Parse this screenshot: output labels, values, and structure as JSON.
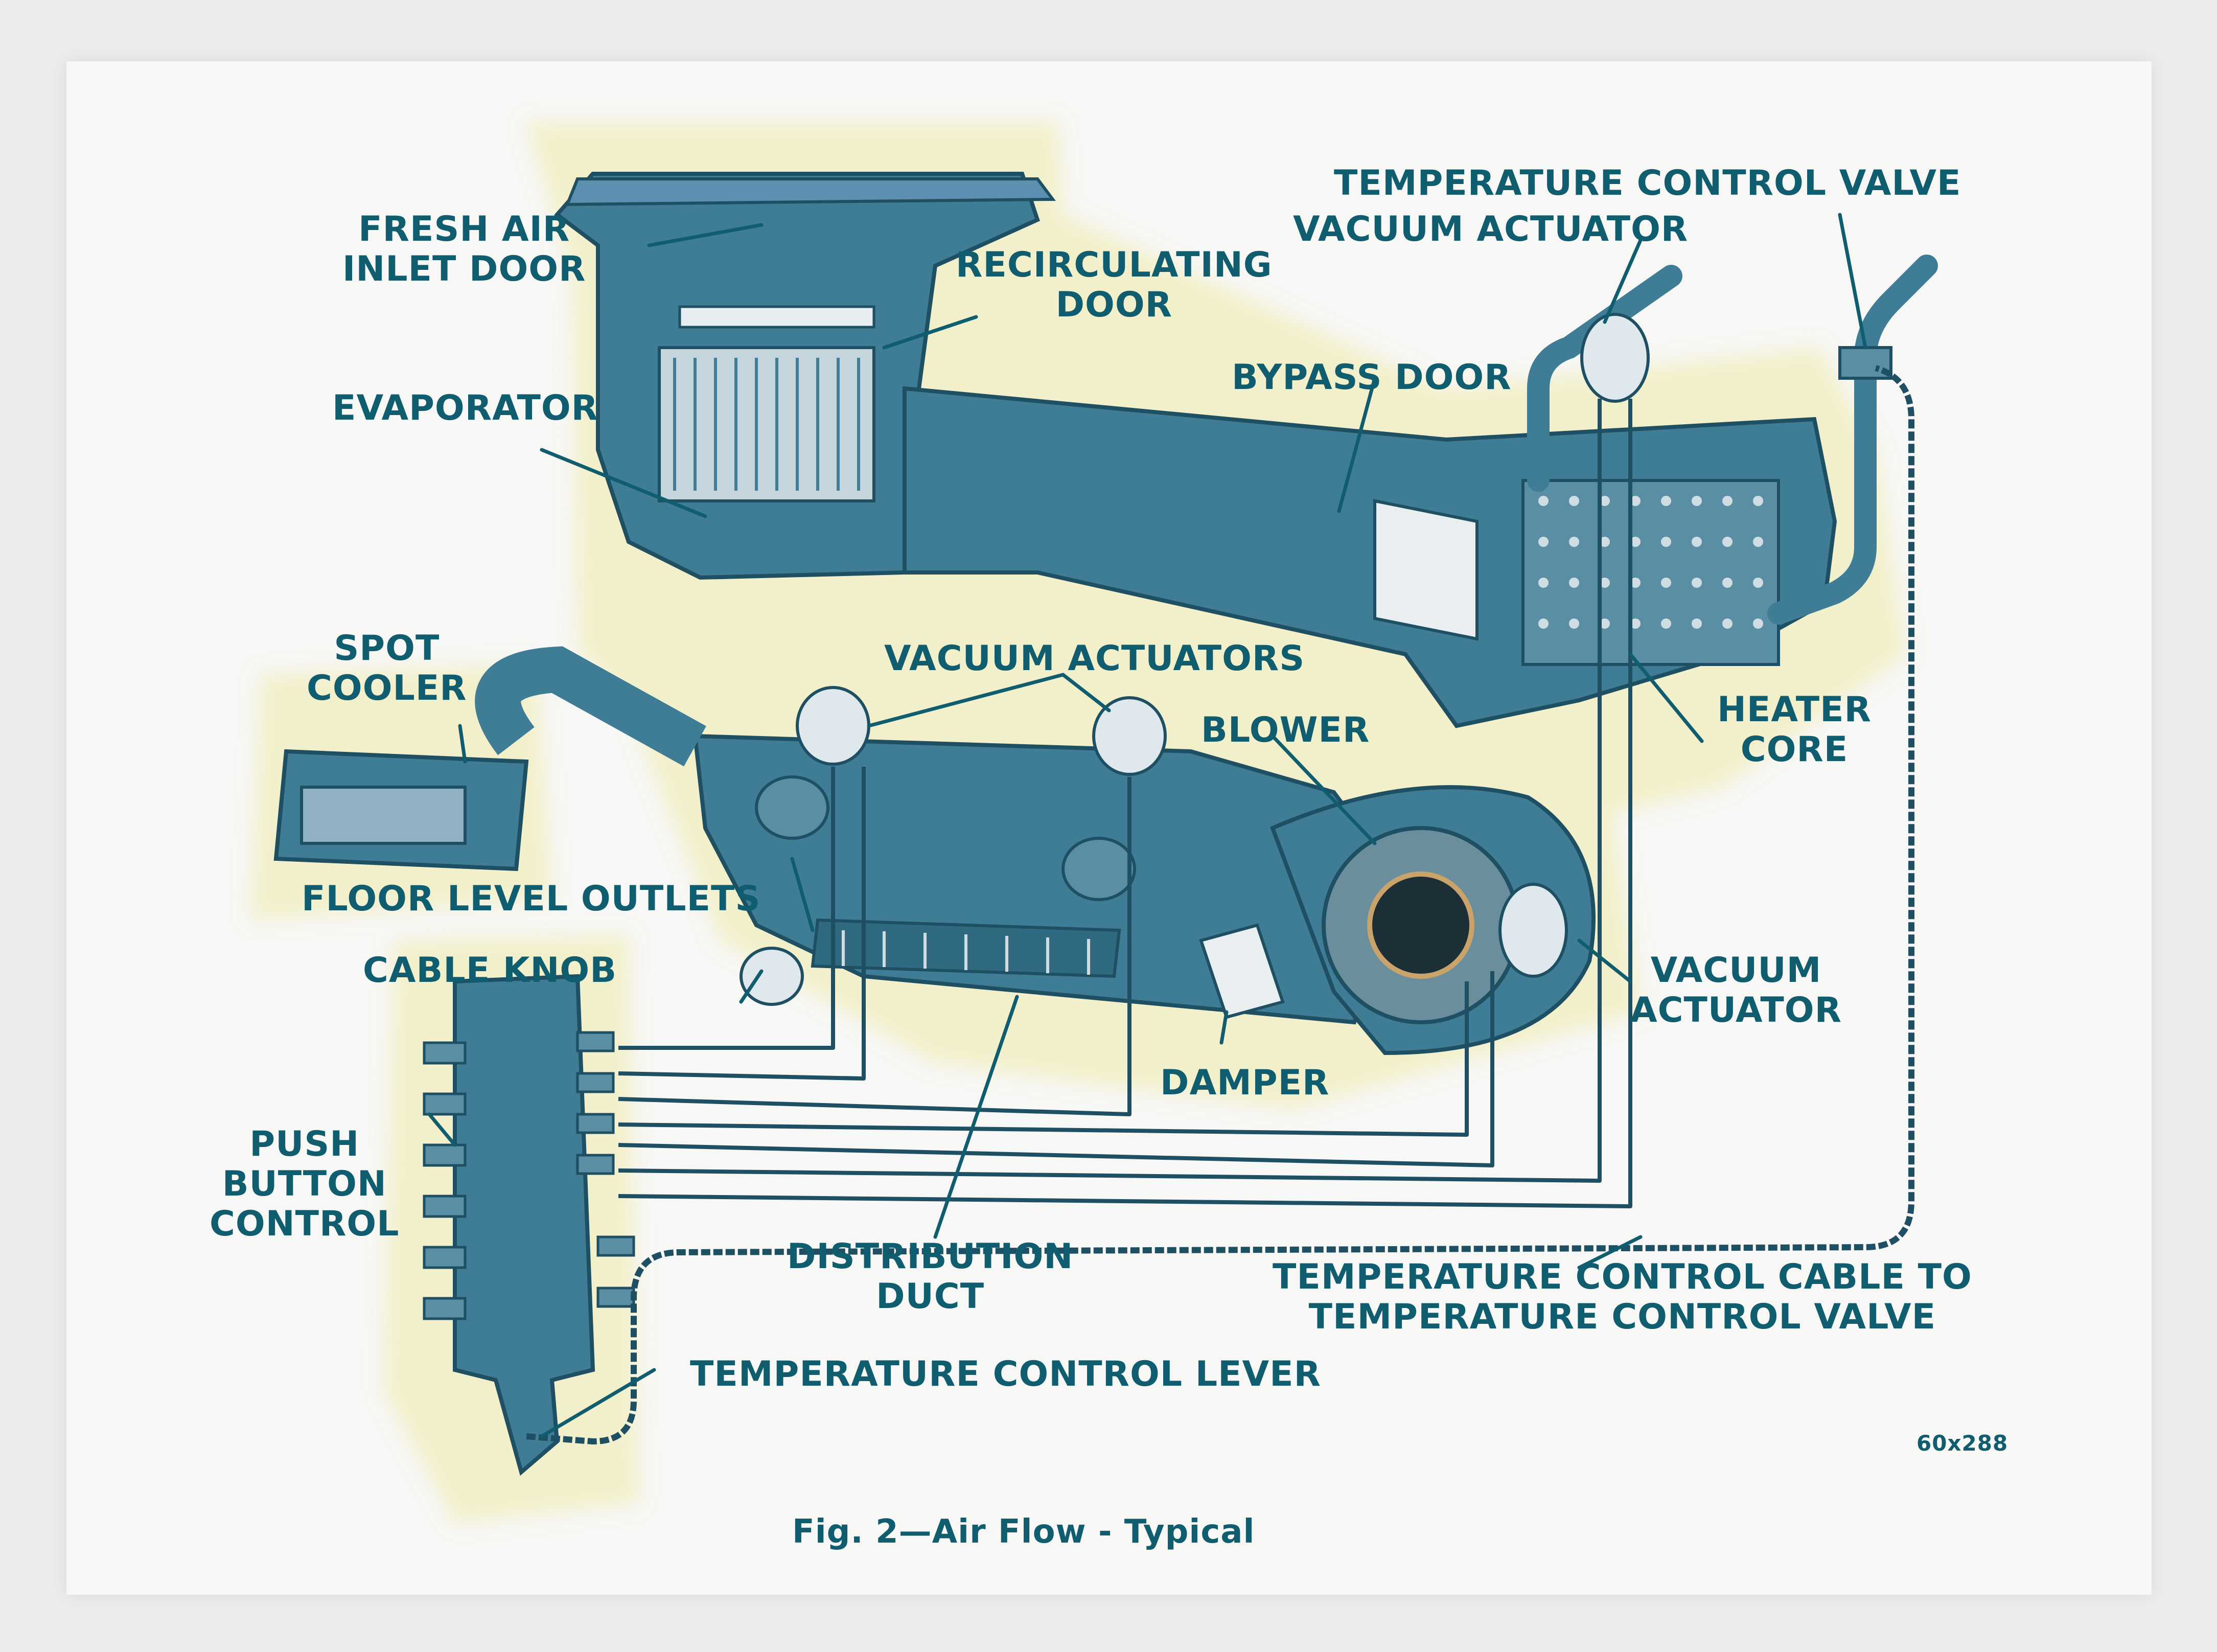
{
  "labels": {
    "fresh_air_inlet_door": [
      "FRESH AIR",
      "INLET DOOR"
    ],
    "recirculating_door": [
      "RECIRCULATING",
      "DOOR"
    ],
    "evaporator": "EVAPORATOR",
    "temperature_control_valve": "TEMPERATURE CONTROL VALVE",
    "vacuum_actuator_top": "VACUUM ACTUATOR",
    "bypass_door": "BYPASS DOOR",
    "spot_cooler": [
      "SPOT",
      "COOLER"
    ],
    "vacuum_actuators": "VACUUM ACTUATORS",
    "blower": "BLOWER",
    "heater_core": [
      "HEATER",
      "CORE"
    ],
    "floor_level_outlets": "FLOOR LEVEL OUTLETS",
    "cable_knob": "CABLE KNOB",
    "vacuum_actuator_right": [
      "VACUUM",
      "ACTUATOR"
    ],
    "damper": "DAMPER",
    "push_button_control": [
      "PUSH",
      "BUTTON",
      "CONTROL"
    ],
    "distribution_duct": [
      "DISTRIBUTION",
      "DUCT"
    ],
    "temperature_control_cable": [
      "TEMPERATURE CONTROL CABLE TO",
      "TEMPERATURE CONTROL VALVE"
    ],
    "temperature_control_lever": "TEMPERATURE CONTROL LEVER"
  },
  "figure_code": "60x288",
  "caption": "Fig. 2—Air Flow - Typical",
  "colors": {
    "label_ink": "#0f5d6e",
    "component_fill": "#3f7d96",
    "component_dark": "#1f4f63",
    "highlight_glow": "#f2efc4",
    "paper": "#f7f7f5"
  }
}
